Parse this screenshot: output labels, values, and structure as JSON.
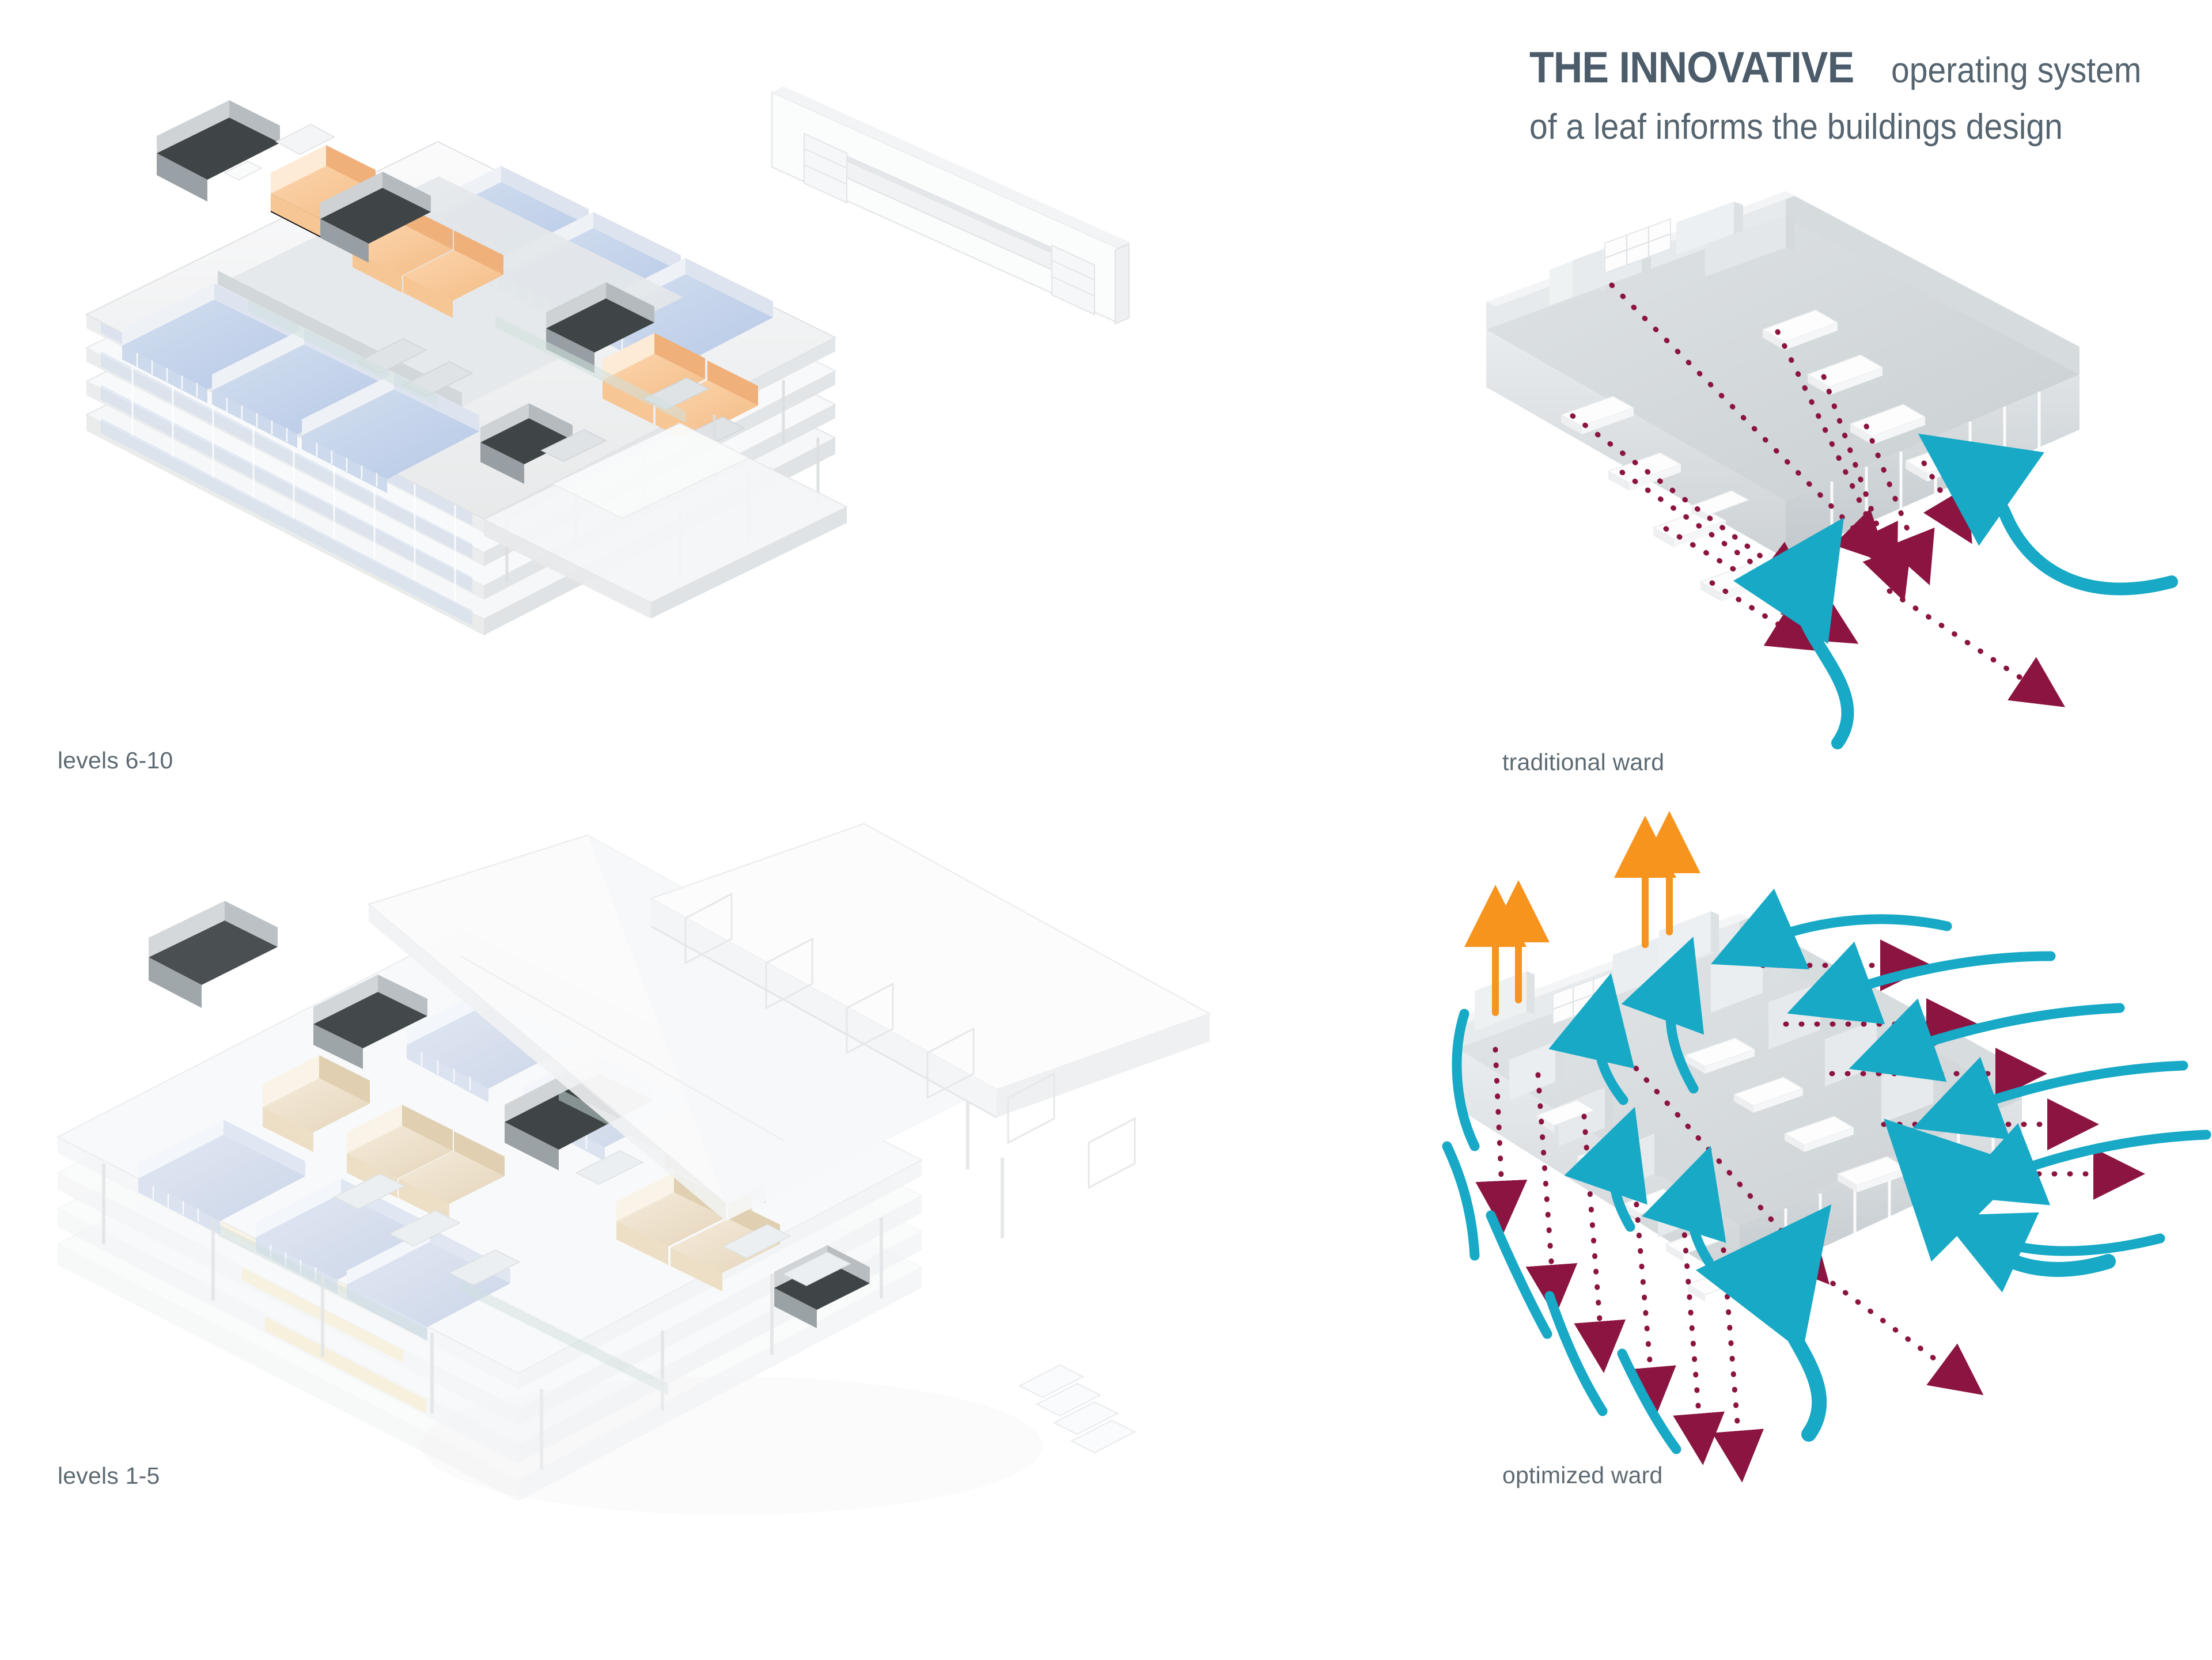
{
  "background_color": "#ffffff",
  "headline": {
    "line1_strong": "THE INNOVATIVE",
    "line1_light": "operating system",
    "line2": "of a leaf informs the buildings design",
    "strong_color": "#4c5c6b",
    "light_color": "#55646f"
  },
  "captions": {
    "levels_upper": "levels 6-10",
    "levels_lower": "levels 1-5",
    "ward_traditional": "traditional ward",
    "ward_optimized": "optimized ward"
  },
  "palette": {
    "airflow_cyan": "#17a9c6",
    "contamination_dark_red": "#8b1540",
    "exhaust_orange": "#f7941e",
    "room_blue": "#c3d2ea",
    "room_blue_dark": "#aabdda",
    "circulation_peach": "#f8c89a",
    "circulation_beige": "#e8dcc6",
    "service_core_dark": "#3f4447",
    "slab_white": "#f4f5f6",
    "wall_grey": "#d9dde0",
    "ward_floor_grey": "#cfd4d6",
    "ward_wall_light": "#e3e7e9",
    "ward_wall_mid": "#c8ced2",
    "ghost_grey": "#f2f3f4",
    "glazing_teal": "#cfe0dd",
    "warm_glow": "#f6e6b8"
  },
  "panels": [
    {
      "id": "levels-6-10",
      "caption": "levels 6-10",
      "type": "axonometric-cutaway",
      "description": "Stacked 5-floor axonometric cutaway of hospital ward block with blue patient rooms, peach circulation zones and dark service cores",
      "floor_count": 5,
      "detached_element": "facade-screen-panel"
    },
    {
      "id": "levels-1-5",
      "caption": "levels 1-5",
      "type": "axonometric-cutaway",
      "description": "Ghosted podium levels axonometric with beige circulation, white sweeping canopy roof and elevated walkway",
      "floor_count": 5,
      "detached_element": "canopy-and-walkway"
    },
    {
      "id": "traditional-ward",
      "caption": "traditional ward",
      "type": "airflow-diagram",
      "bed_count": 9,
      "airflow_inlets": 2,
      "exhaust_stacks": 0,
      "contamination_exits": 1,
      "description": "Single open ward, contamination paths converge and cross all beds before a single exit"
    },
    {
      "id": "optimized-ward",
      "caption": "optimized ward",
      "type": "airflow-diagram",
      "bed_count": 9,
      "airflow_inlets": 10,
      "exhaust_stacks": 4,
      "contamination_exits": 9,
      "description": "Compartmentalised ward, each bay has its own inlet and direct contamination exit plus roof exhaust stacks"
    }
  ]
}
